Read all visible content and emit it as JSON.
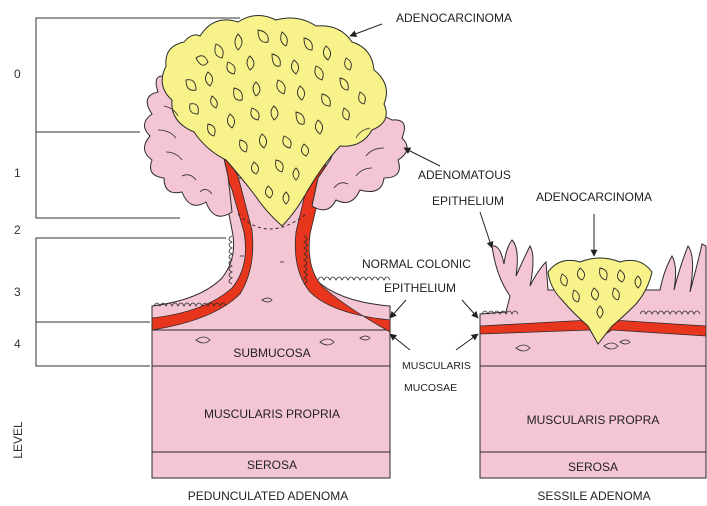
{
  "colors": {
    "pink": "#f4c6d4",
    "red": "#e8361e",
    "yellow": "#f7f28a",
    "outline": "#2a2a2a"
  },
  "levels": {
    "axis_title": "LEVEL",
    "items": [
      "0",
      "1",
      "2",
      "3",
      "4"
    ]
  },
  "pedunculated": {
    "caption": "PEDUNCULATED ADENOMA",
    "layers": {
      "submucosa": "SUBMUCOSA",
      "muscularis_propria": "MUSCULARIS PROPRIA",
      "serosa": "SEROSA"
    }
  },
  "sessile": {
    "caption": "SESSILE ADENOMA",
    "layers": {
      "muscularis_propria": "MUSCULARIS PROPRA",
      "serosa": "SEROSA"
    }
  },
  "labels": {
    "adenocarcinoma_top": "ADENOCARCINOMA",
    "adenomatous_epithelium": [
      "ADENOMATOUS",
      "EPITHELIUM"
    ],
    "adenocarcinoma_right": "ADENOCARCINOMA",
    "normal_colonic_epithelium": [
      "NORMAL COLONIC",
      "EPITHELIUM"
    ],
    "muscularis_mucosae": [
      "MUSCULARIS",
      "MUCOSAE"
    ]
  }
}
